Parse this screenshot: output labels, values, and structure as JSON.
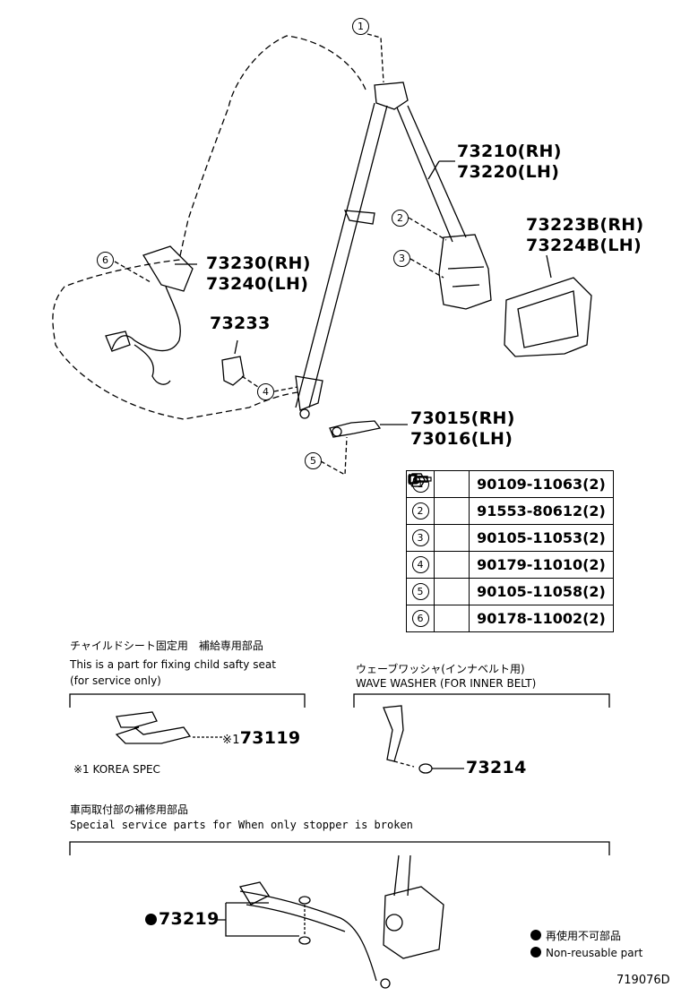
{
  "callouts": [
    "1",
    "2",
    "3",
    "4",
    "5",
    "6"
  ],
  "parts": {
    "belt_rh": "73210(RH)",
    "belt_lh": "73220(LH)",
    "cover_rh": "73223B(RH)",
    "cover_lh": "73224B(LH)",
    "buckle_rh": "73230(RH)",
    "buckle_lh": "73240(LH)",
    "cover_small": "73233",
    "anchor_rh": "73015(RH)",
    "anchor_lh": "73016(LH)",
    "child_anchor": "73119",
    "child_anchor_prefix": "※1",
    "wave_washer": "73214",
    "stopper": "73219"
  },
  "fastener_table": [
    {
      "index": "1",
      "icon": "long-bolt-icon",
      "part": "90109-11063(2)"
    },
    {
      "index": "2",
      "icon": "bolt-icon",
      "part": "91553-80612(2)"
    },
    {
      "index": "3",
      "icon": "flange-bolt-icon",
      "part": "90105-11053(2)"
    },
    {
      "index": "4",
      "icon": "nut-icon",
      "part": "90179-11010(2)"
    },
    {
      "index": "5",
      "icon": "flange-bolt-icon",
      "part": "90105-11058(2)"
    },
    {
      "index": "6",
      "icon": "nut-icon",
      "part": "90178-11002(2)"
    }
  ],
  "child_seat": {
    "jp": "チャイルドシート固定用　補給専用部品",
    "en1": "This is a part for fixing child safty seat",
    "en2": "(for service only)",
    "footnote": "※1 KOREA SPEC"
  },
  "wave_washer_note": {
    "jp": "ウェーブワッシャ(インナベルト用)",
    "en": "WAVE WASHER (FOR INNER BELT)"
  },
  "special": {
    "jp": "車両取付部の補修用部品",
    "en": "Special   service   parts   for   When   only   stopper   is   broken"
  },
  "legend": {
    "jp": "再使用不可部品",
    "en": "Non-reusable part"
  },
  "figure_id": "719076D"
}
